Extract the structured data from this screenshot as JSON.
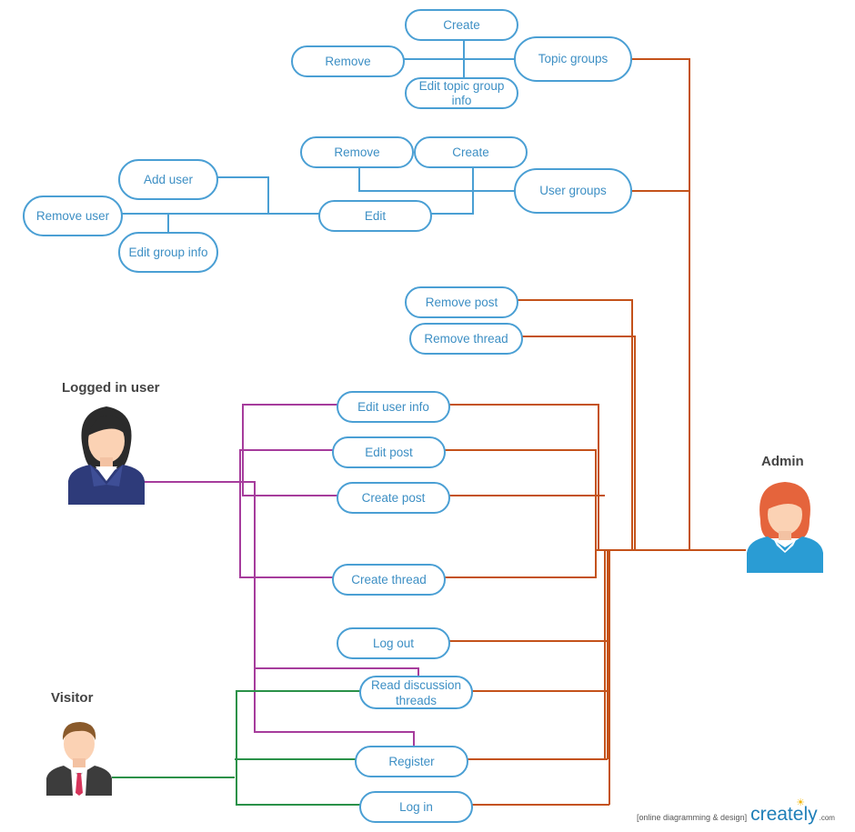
{
  "use_cases": {
    "create_topic": "Create",
    "remove_topic": "Remove",
    "topic_groups": "Topic groups",
    "edit_topic_group_info": "Edit topic group info",
    "remove_group": "Remove",
    "create_group": "Create",
    "user_groups": "User groups",
    "add_user": "Add user",
    "remove_user": "Remove user",
    "edit_group": "Edit",
    "edit_group_info": "Edit group info",
    "remove_post": "Remove post",
    "remove_thread": "Remove thread",
    "edit_user_info": "Edit user info",
    "edit_post": "Edit post",
    "create_post": "Create post",
    "create_thread": "Create thread",
    "log_out": "Log out",
    "read_discussion_threads": "Read discussion threads",
    "register": "Register",
    "log_in": "Log in"
  },
  "actors": {
    "logged_in_user": "Logged in user",
    "admin": "Admin",
    "visitor": "Visitor"
  },
  "colors": {
    "use_case_border": "#4a9fd4",
    "use_case_text": "#3d8fc4",
    "admin_links": "#c4521a",
    "user_links": "#a63c9c",
    "visitor_links": "#2a9148",
    "group_links": "#4a9fd4"
  },
  "footer": {
    "tagline": "[online diagramming & design]",
    "brand": "creately",
    "domain": ".com"
  }
}
